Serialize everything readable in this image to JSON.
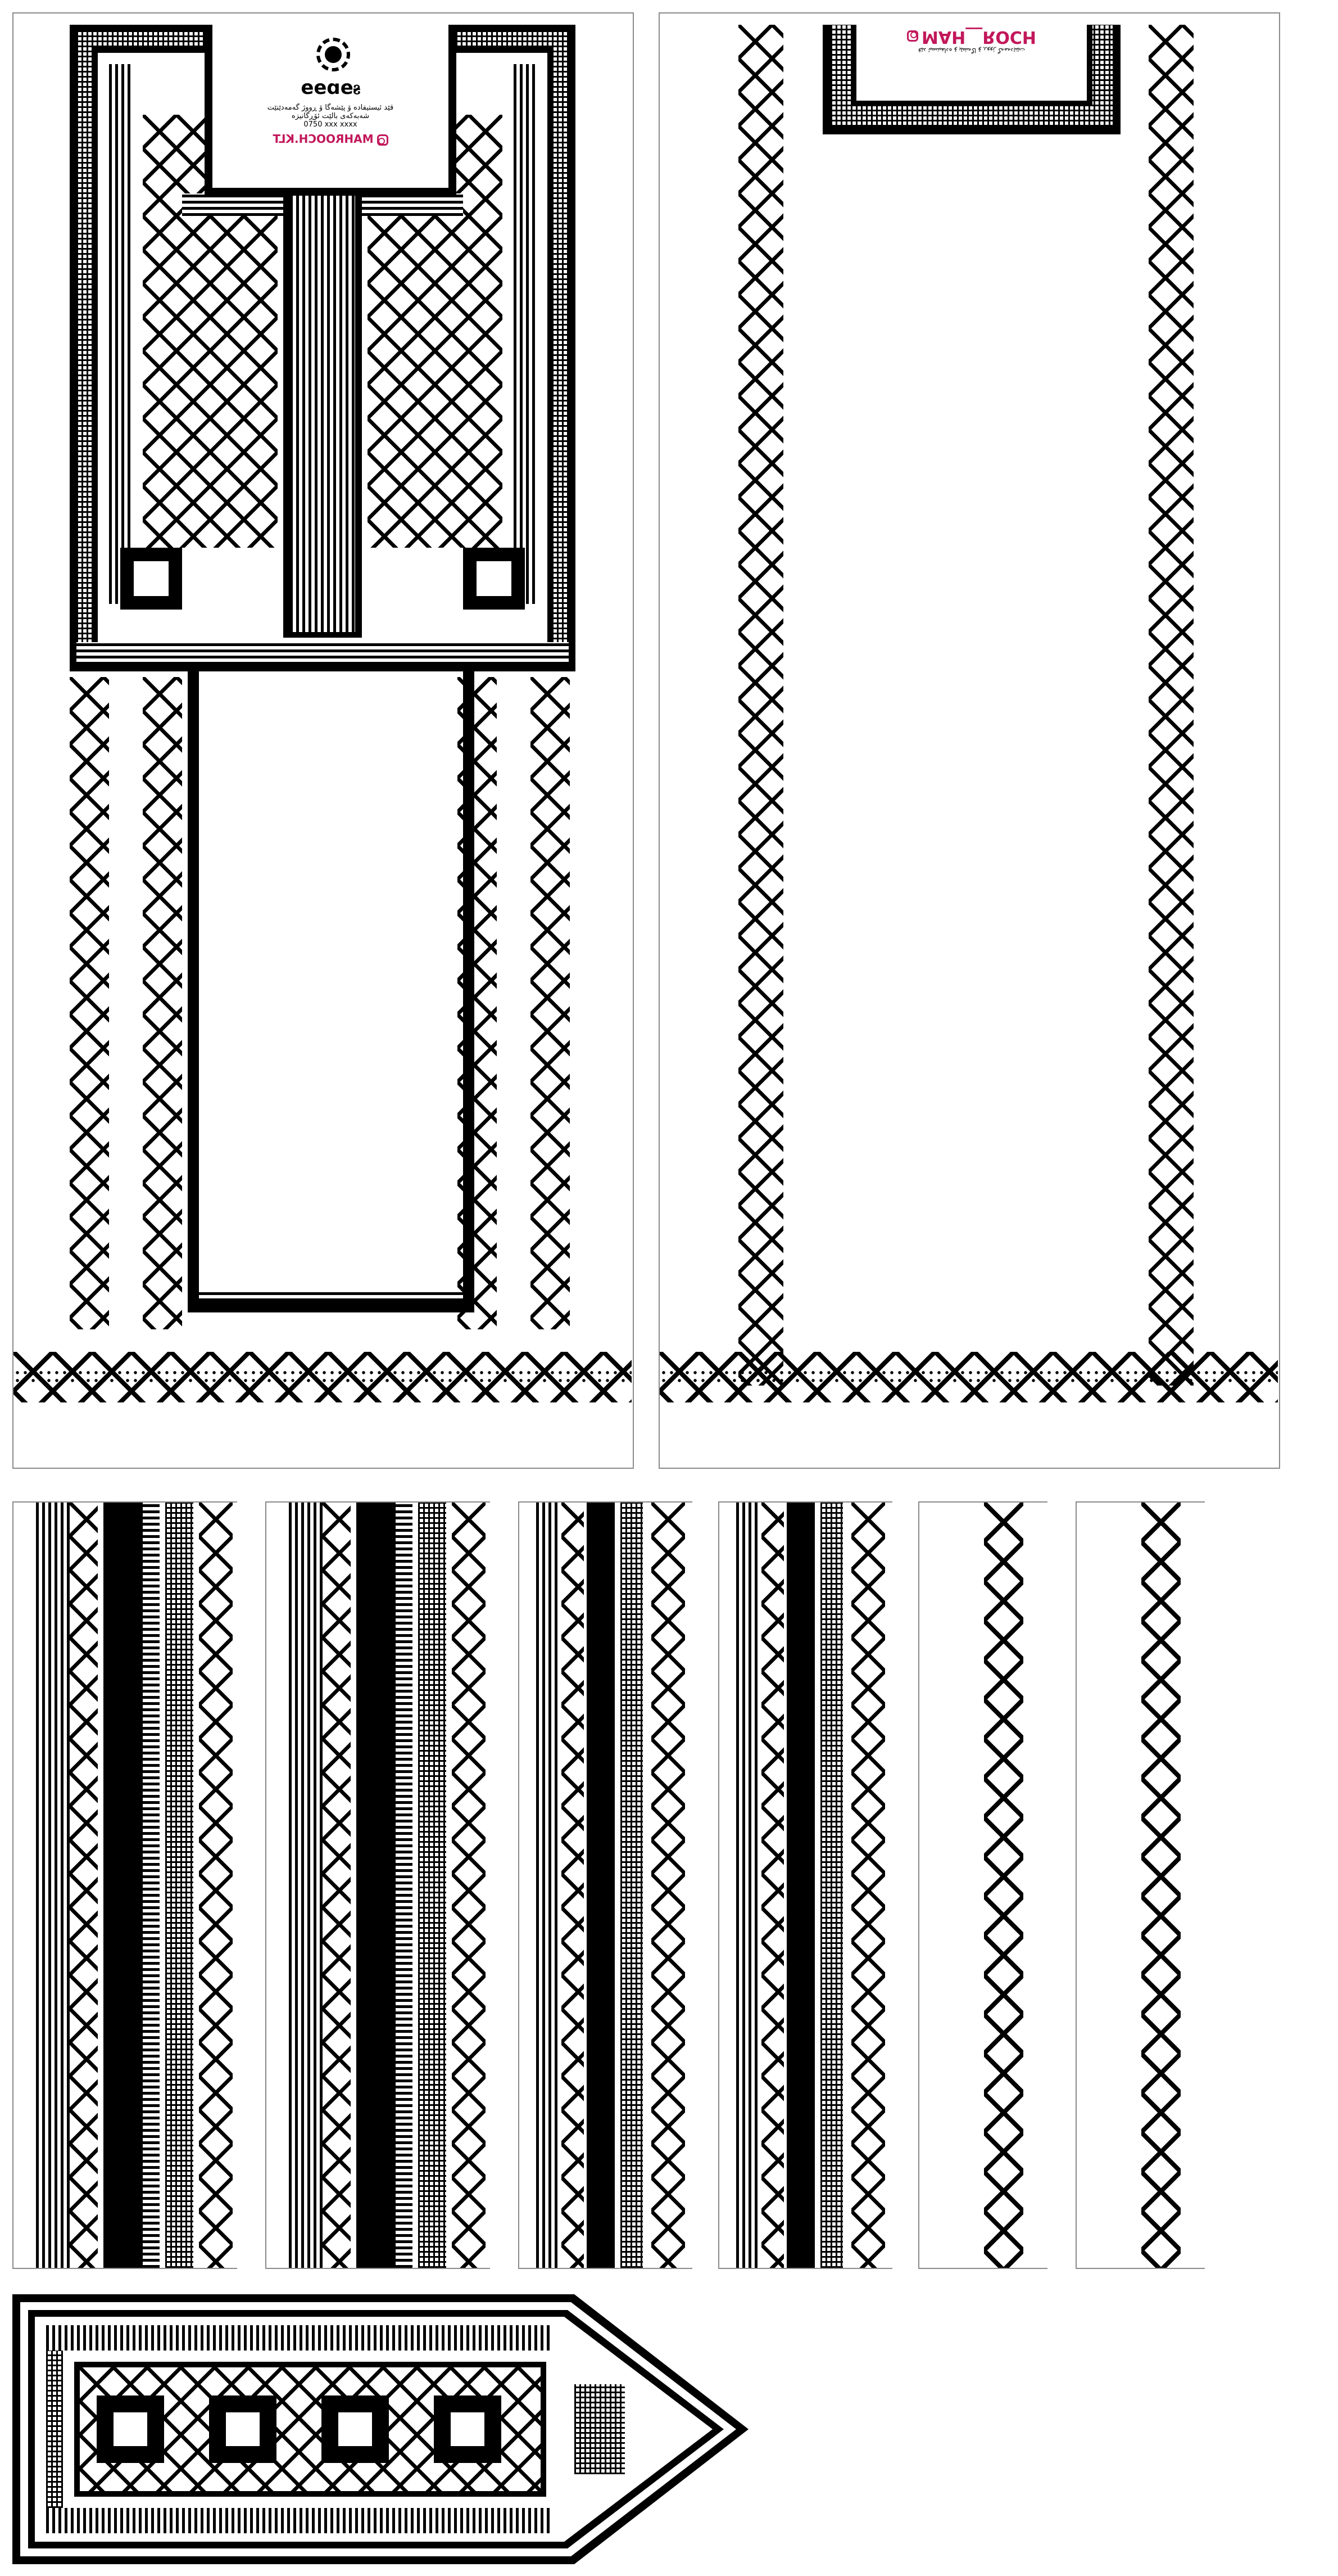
{
  "page": {
    "background": "#ffffff",
    "pattern_color": "#000000",
    "frame_color": "#8a8a8a"
  },
  "front_panel": {
    "logo_text": "ꭶɘɒɘɘ",
    "line1": "قێد ئیستیفادە ۆ پێشەگا ۆ ڕووژ گەمەدێنێت",
    "line2": "شەبەکەی بالێت ئۆڕگانیزە",
    "line3": "0750 xxx xxxx",
    "brand_handle": "MAHROOCH.KLT",
    "brand_color": "#c2185b",
    "icon": "instagram-icon"
  },
  "back_panel": {
    "line1": "قێد ئیستیفادە ۆ پێشەگا ۆ ڕووژ گەمەدێنێت",
    "brand_handle": "MAH__ROCH",
    "brand_color": "#c2185b",
    "icon": "instagram-icon"
  }
}
